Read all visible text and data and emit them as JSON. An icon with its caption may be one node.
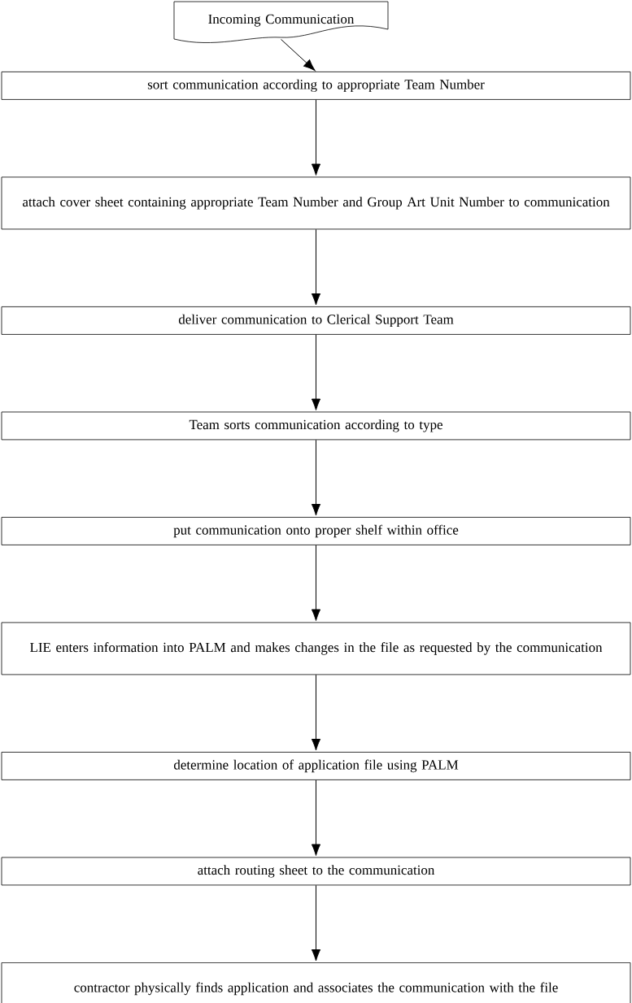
{
  "diagram": {
    "nodes": [
      {
        "text": [
          "Incoming Communication"
        ]
      },
      {
        "text": [
          "sort communication according to appropriate Team Number"
        ]
      },
      {
        "text": [
          "attach cover sheet containing appropriate Team Number and Group Art Unit Number to communication"
        ]
      },
      {
        "text": [
          "deliver communication to Clerical Support Team"
        ]
      },
      {
        "text": [
          "Team sorts communication according to type"
        ]
      },
      {
        "text": [
          "put communication onto proper shelf within office"
        ]
      },
      {
        "text": [
          "LIE enters information into PALM and makes changes in the file as requested by the communication"
        ]
      },
      {
        "text": [
          "determine location of application file using PALM"
        ]
      },
      {
        "text": [
          "attach routing sheet to the communication"
        ]
      },
      {
        "text": [
          "contractor physically finds application and associates the communication with the file"
        ]
      }
    ],
    "edges": [
      {
        "from": 0,
        "to": 1,
        "arrow": "to"
      },
      {
        "from": 1,
        "to": 2,
        "arrow": "to"
      },
      {
        "from": 2,
        "to": 3,
        "arrow": "to"
      },
      {
        "from": 3,
        "to": 4,
        "arrow": "to"
      },
      {
        "from": 4,
        "to": 5,
        "arrow": "to"
      },
      {
        "from": 5,
        "to": 6,
        "arrow": "to"
      },
      {
        "from": 6,
        "to": 7,
        "arrow": "to"
      },
      {
        "from": 7,
        "to": 8,
        "arrow": "to"
      },
      {
        "from": 8,
        "to": 9,
        "arrow": "to"
      }
    ]
  }
}
